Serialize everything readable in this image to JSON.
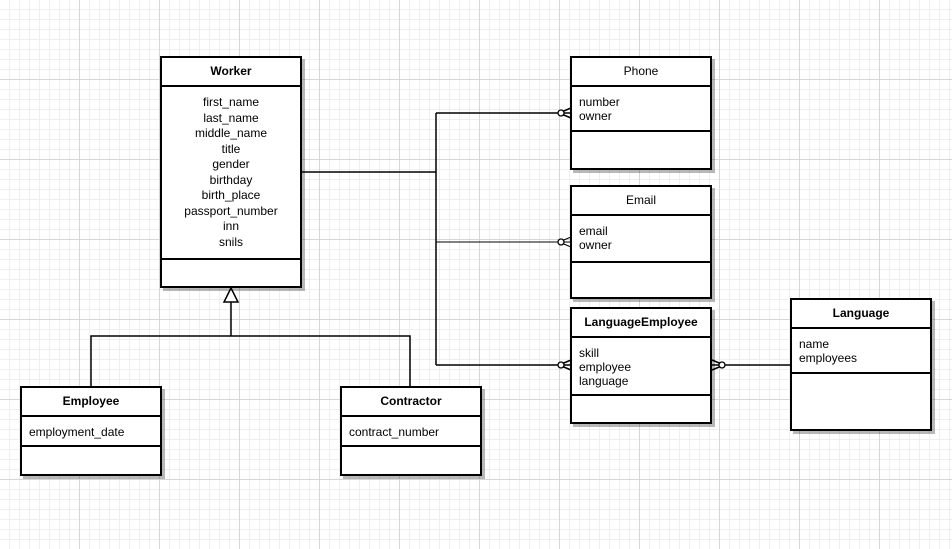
{
  "entities": {
    "worker": {
      "title": "Worker",
      "attributes": [
        "first_name",
        "last_name",
        "middle_name",
        "title",
        "gender",
        "birthday",
        "birth_place",
        "passport_number",
        "inn",
        "snils"
      ]
    },
    "employee": {
      "title": "Employee",
      "attributes": [
        "employment_date"
      ]
    },
    "contractor": {
      "title": "Contractor",
      "attributes": [
        "contract_number"
      ]
    },
    "phone": {
      "title": "Phone",
      "attributes": [
        "number",
        "owner"
      ]
    },
    "email": {
      "title": "Email",
      "attributes": [
        "email",
        "owner"
      ]
    },
    "language_employee": {
      "title": "LanguageEmployee",
      "attributes": [
        "skill",
        "employee",
        "language"
      ]
    },
    "language": {
      "title": "Language",
      "attributes": [
        "name",
        "employees"
      ]
    }
  },
  "relationships": [
    {
      "from": "employee",
      "to": "worker",
      "type": "inheritance"
    },
    {
      "from": "contractor",
      "to": "worker",
      "type": "inheritance"
    },
    {
      "from": "worker",
      "to": "phone",
      "type": "one-to-many"
    },
    {
      "from": "worker",
      "to": "email",
      "type": "one-to-many"
    },
    {
      "from": "worker",
      "to": "language_employee",
      "type": "one-to-many"
    },
    {
      "from": "language",
      "to": "language_employee",
      "type": "one-to-many"
    }
  ]
}
